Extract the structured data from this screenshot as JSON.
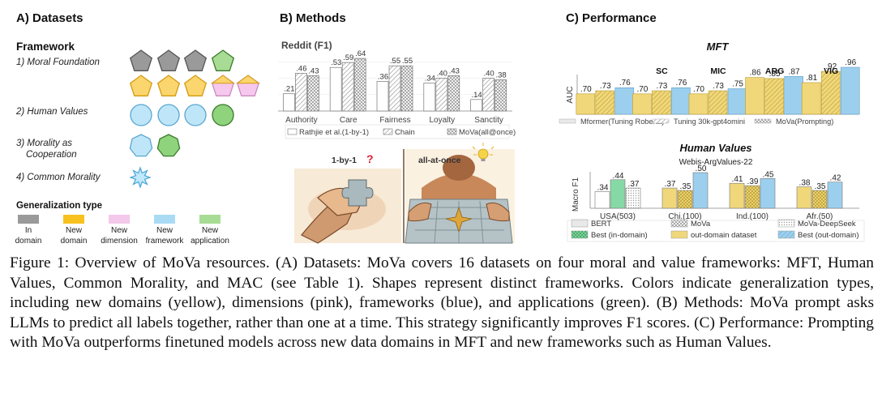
{
  "panel_a": {
    "title": "A) Datasets",
    "framework_heading": "Framework",
    "frameworks": [
      "1) Moral Foundation",
      "2) Human Values",
      "3) Morality as",
      "Cooperation",
      "4) Common Morality"
    ],
    "gen_heading": "Generalization type",
    "gen_types": [
      {
        "label1": "In",
        "label2": "domain",
        "color": "#9a9a9a"
      },
      {
        "label1": "New",
        "label2": "domain",
        "color": "#f7c220"
      },
      {
        "label1": "New",
        "label2": "dimension",
        "color": "#f3c8ea"
      },
      {
        "label1": "New",
        "label2": "framework",
        "color": "#a9dcf4"
      },
      {
        "label1": "New",
        "label2": "application",
        "color": "#a7dc95"
      }
    ],
    "shape_colors": {
      "gray": "#9a9a9a",
      "yellow": "#fbd56e",
      "pink": "#f6c8ee",
      "blue": "#bfe6f8",
      "green": "#a8dc94"
    }
  },
  "panel_b": {
    "title": "B) Methods",
    "label_1by1": "1-by-1",
    "label_allatonce": "all-at-once",
    "question_mark": "?"
  },
  "panel_c": {
    "title": "C) Performance"
  },
  "chart_data": [
    {
      "type": "bar",
      "title": "Reddit (F1)",
      "categories": [
        "Authority",
        "Care",
        "Fairness",
        "Loyalty",
        "Sanctity"
      ],
      "series": [
        {
          "name": "Rathjie et al.(1-by-1)",
          "values": [
            0.21,
            0.53,
            0.36,
            0.34,
            0.14
          ],
          "labels": [
            ".21",
            ".53",
            ".36",
            ".34",
            ".14"
          ]
        },
        {
          "name": "Chain",
          "values": [
            0.46,
            0.59,
            0.55,
            0.4,
            0.4
          ],
          "labels": [
            ".46",
            ".59",
            ".55",
            ".40",
            ".40"
          ]
        },
        {
          "name": "MoVa(all@once)",
          "values": [
            0.43,
            0.64,
            0.55,
            0.43,
            0.38
          ],
          "labels": [
            ".43",
            ".64",
            ".55",
            ".43",
            ".38"
          ]
        }
      ],
      "ylim": [
        0,
        0.7
      ]
    },
    {
      "type": "bar",
      "title": "MFT",
      "ylabel": "AUC",
      "categories": [
        "",
        "SC",
        "MIC",
        "ARG",
        "VIG"
      ],
      "series": [
        {
          "name": "Mformer(Tuning Roberta)",
          "values": [
            0.7,
            0.7,
            0.7,
            0.86,
            0.81
          ],
          "labels": [
            ".70",
            ".70",
            ".70",
            ".86",
            ".81"
          ]
        },
        {
          "name": "Tuning 30k-gpt4omini",
          "values": [
            0.73,
            0.73,
            0.73,
            0.85,
            0.92
          ],
          "labels": [
            ".73",
            ".73",
            ".73",
            ".85",
            ".92"
          ]
        },
        {
          "name": "MoVa(Prompting)",
          "values": [
            0.76,
            0.76,
            0.75,
            0.87,
            0.96
          ],
          "labels": [
            ".76",
            ".76",
            ".75",
            ".87",
            ".96"
          ]
        }
      ],
      "ylim": [
        0.5,
        1.0
      ]
    },
    {
      "type": "bar",
      "title": "Human Values",
      "subtitle": "Webis-ArgValues-22",
      "ylabel": "Macro F1",
      "categories": [
        "USA(503)",
        "Chi.(100)",
        "Ind.(100)",
        "Afr.(50)"
      ],
      "series": [
        {
          "name": "BERT",
          "values": [
            0.34,
            0.37,
            0.41,
            0.38
          ],
          "labels": [
            ".34",
            ".37",
            ".41",
            ".38"
          ]
        },
        {
          "name": "MoVa",
          "values": [
            0.44,
            0.35,
            0.39,
            0.35
          ],
          "labels": [
            ".44",
            ".35",
            ".39",
            ".35"
          ]
        },
        {
          "name": "MoVa-DeepSeek",
          "values": [
            0.37,
            0.5,
            0.45,
            0.42
          ],
          "labels": [
            ".37",
            ".50",
            ".45",
            ".42"
          ]
        }
      ],
      "legend": [
        "BERT",
        "MoVa",
        "MoVa-DeepSeek",
        "Best (in-domain)",
        "out-domain dataset",
        "Best (out-domain)"
      ],
      "ylim": [
        0.2,
        0.5
      ]
    }
  ],
  "caption": "Figure 1: Overview of MoVa resources. (A) Datasets: MoVa covers 16 datasets on four moral and value frameworks: MFT, Human Values, Common Morality, and MAC (see Table 1). Shapes represent distinct frameworks. Colors indicate generalization types, including new domains (yellow), dimensions (pink), frameworks (blue), and applications (green). (B) Methods: MoVa prompt asks LLMs to predict all labels together, rather than one at a time. This strategy significantly improves F1 scores. (C) Performance: Prompting with MoVa outperforms finetuned models across new data domains in MFT and new frameworks such as Human Values."
}
